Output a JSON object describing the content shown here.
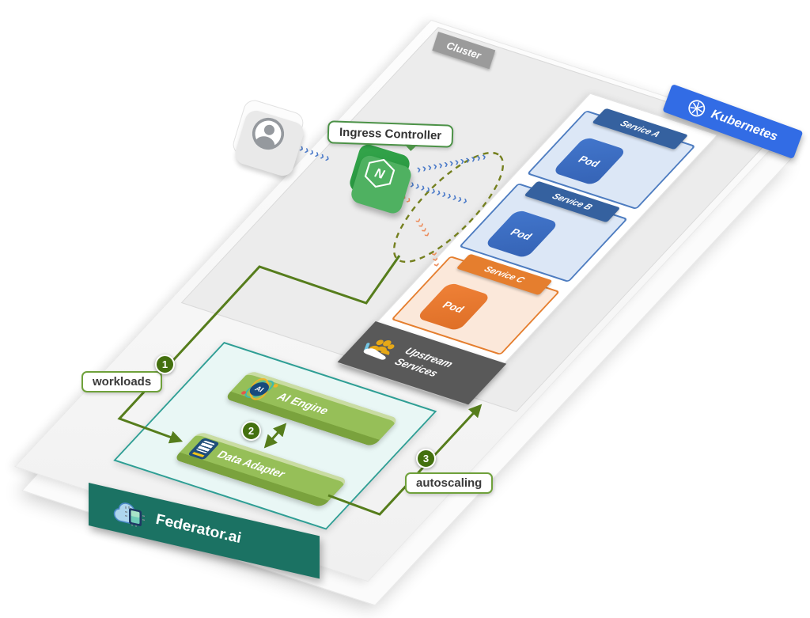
{
  "diagram": {
    "cluster": {
      "label": "Cluster"
    },
    "kubernetes": {
      "label": "Kubernetes"
    },
    "ingress": {
      "label": "Ingress Controller",
      "letter": "N"
    },
    "services": [
      {
        "label": "Service A",
        "pod": "Pod",
        "theme": "blue"
      },
      {
        "label": "Service B",
        "pod": "Pod",
        "theme": "blue"
      },
      {
        "label": "Service C",
        "pod": "Pod",
        "theme": "orange"
      }
    ],
    "upstream": {
      "label": "Upstream Services"
    },
    "federator": {
      "label": "Federator.ai",
      "ai_engine": "AI Engine",
      "data_adapter": "Data Adapter",
      "ai_badge": "AI"
    },
    "steps": [
      {
        "num": "1",
        "label": "workloads"
      },
      {
        "num": "2"
      },
      {
        "num": "3",
        "label": "autoscaling"
      }
    ],
    "arrows": {
      "user_to_ingress": "››››››››",
      "ingress_to_service_a": "›››››››››››››",
      "ingress_to_service_b": "›››››››››››",
      "ingress_to_service_c_1": "››››",
      "ingress_to_service_c_2": "››››",
      "ingress_to_service_c_3": "›››"
    },
    "colors": {
      "kubernetes-blue": "#326CE5",
      "service-blue": "#35619F",
      "service-blue-fill": "#DCE7F6",
      "service-orange": "#E57E2E",
      "service-orange-fill": "#FBE8DA",
      "nginx-green": "#2B9845",
      "federator-teal": "#1B7263",
      "panel-cyan": "#E9F7F5",
      "bar-green": "#96BF58",
      "line-green": "#567D1C",
      "badge-green": "#44700F",
      "upstream-gray": "#595959",
      "chevron-blue": "#4C7BC9",
      "chevron-orange": "#EC8E5E"
    }
  }
}
